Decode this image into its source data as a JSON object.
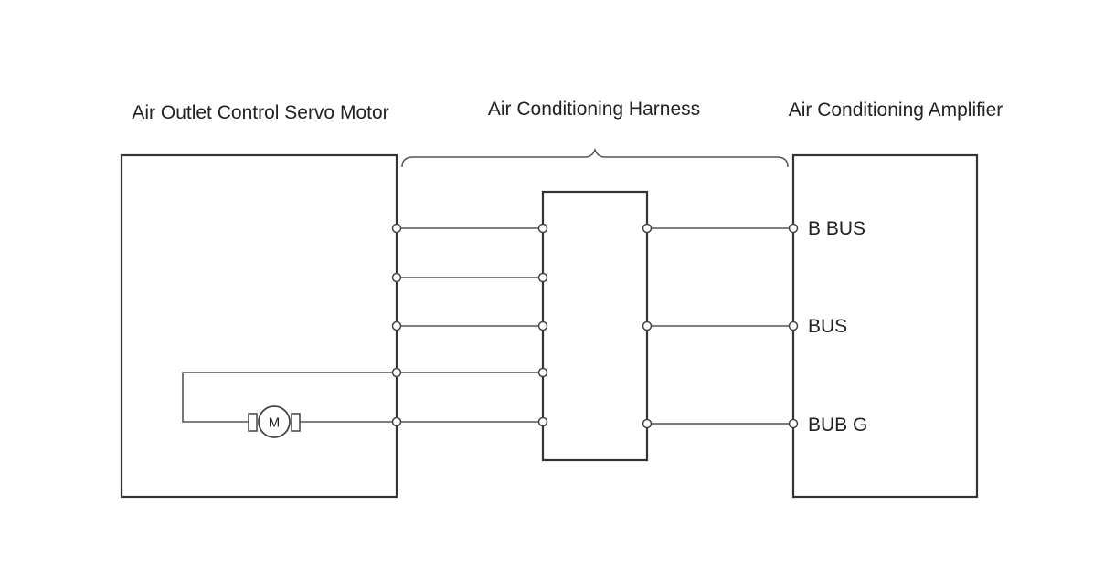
{
  "diagram": {
    "labels": {
      "motor_box": "Air Outlet Control Servo Motor",
      "harness": "Air Conditioning Harness",
      "amplifier": "Air Conditioning Amplifier"
    },
    "motor_symbol": "M",
    "pins": {
      "b_bus": "B BUS",
      "bus": "BUS",
      "bub_g": "BUB G"
    }
  }
}
